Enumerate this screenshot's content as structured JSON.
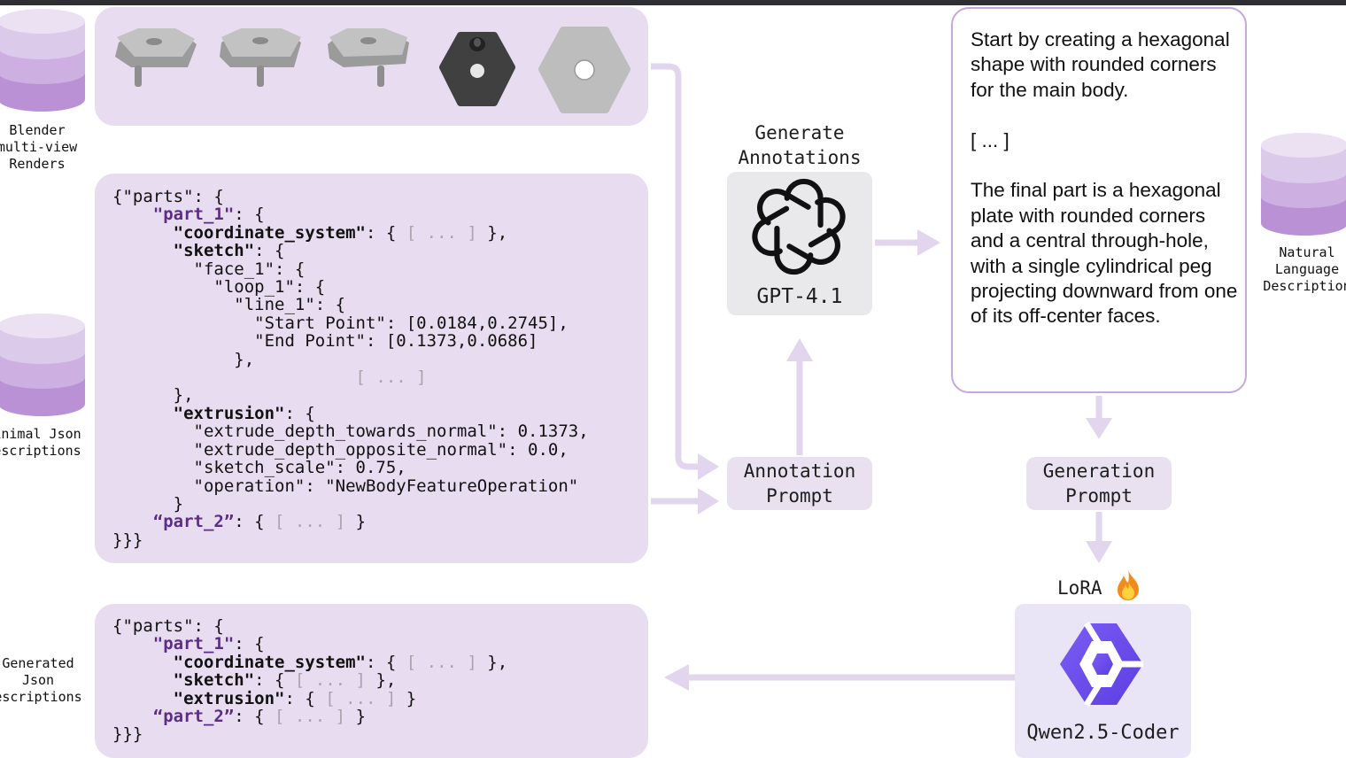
{
  "labels": {
    "renders": "Blender\nmulti-view\nRenders",
    "minimal": "inimal Json\nescriptions",
    "generated": "Generated\nJson\nescriptions",
    "natural": "Natural\nLanguage\nDescription"
  },
  "gpt": {
    "title": "Generate\nAnnotations",
    "name": "GPT-4.1"
  },
  "annotation_prompt": "Annotation\nPrompt",
  "generation_prompt": "Generation\nPrompt",
  "lora": {
    "label": "LoRA",
    "icon": "fire-icon"
  },
  "qwen": {
    "name": "Qwen2.5-Coder"
  },
  "description": {
    "p1": "Start by creating a hexagonal shape with rounded corners for the main body.",
    "ellipsis": "[ ... ]",
    "p2": "The final part is a hexagonal plate with rounded corners and a central through-hole, with a single cylindrical peg projecting downward from one of its off-center faces."
  },
  "json_full": {
    "l1": "{\"parts\": {",
    "part1": "\"part_1\"",
    "open": ": {",
    "coord": "\"coordinate_system\"",
    "coord_val_a": ": { ",
    "dots": "[ ... ]",
    "coord_val_b": " },",
    "sketch": "\"sketch\"",
    "sketch_val": ": {",
    "face": "\"face_1\": {",
    "loop": "\"loop_1\": {",
    "line": "\"line_1\": {",
    "start": "\"Start Point\": [0.0184,0.2745],",
    "end": "\"End Point\": [0.1373,0.0686]",
    "close1": "},",
    "close2": "},",
    "extrusion": "\"extrusion\"",
    "extrusion_val": ": {",
    "e1": "\"extrude_depth_towards_normal\": 0.1373,",
    "e2": "\"extrude_depth_opposite_normal\": 0.0,",
    "e3": "\"sketch_scale\": 0.75,",
    "e4": "\"operation\": \"NewBodyFeatureOperation\"",
    "close3": "}",
    "part2": "“part_2”",
    "part2_val_a": ": { ",
    "part2_val_b": " }",
    "end_all": "}}}"
  },
  "json_gen": {
    "l1": "{\"parts\": {",
    "part1": "\"part_1\"",
    "open": ": {",
    "coord": "\"coordinate_system\"",
    "sketch": "\"sketch\"",
    "extrusion": "\"extrusion\"",
    "part2": "“part_2”",
    "dots": "[ ... ]",
    "sep_a": ": { ",
    "sep_b": " },",
    "sep_c": " }",
    "end_all": "}}}"
  },
  "colors": {
    "panel": "#e7dcf0",
    "arrow": "#e2d6ee",
    "accent_purple": "#5b2d86",
    "card_border": "#c8a7dc"
  }
}
